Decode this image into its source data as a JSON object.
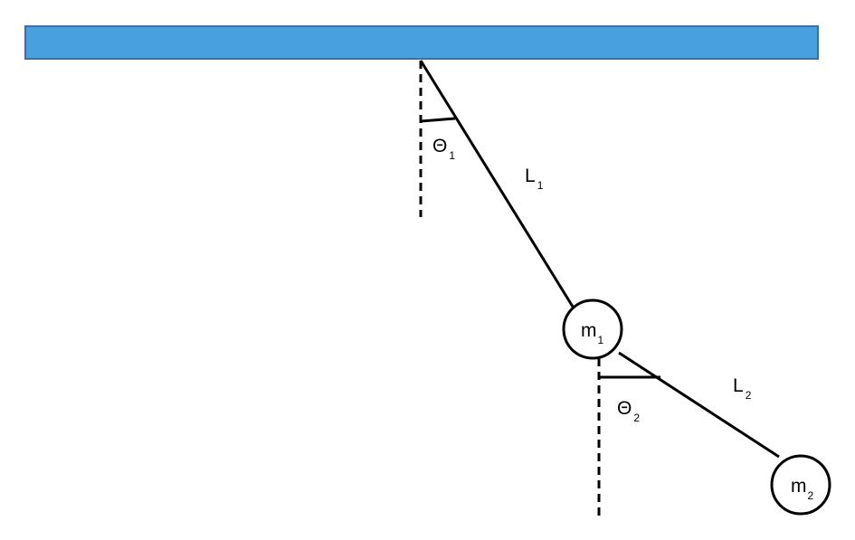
{
  "colors": {
    "ceiling_fill": "#49A0DF",
    "ceiling_stroke": "#3A6FA8",
    "line": "#000000",
    "bob_fill": "#ffffff"
  },
  "labels": {
    "theta1": {
      "main": "Θ",
      "sub": "1"
    },
    "length1": {
      "main": "L",
      "sub": "1"
    },
    "mass1": {
      "main": "m",
      "sub": "1"
    },
    "theta2": {
      "main": "Θ",
      "sub": "2"
    },
    "length2": {
      "main": "L",
      "sub": "2"
    },
    "mass2": {
      "main": "m",
      "sub": "2"
    }
  }
}
